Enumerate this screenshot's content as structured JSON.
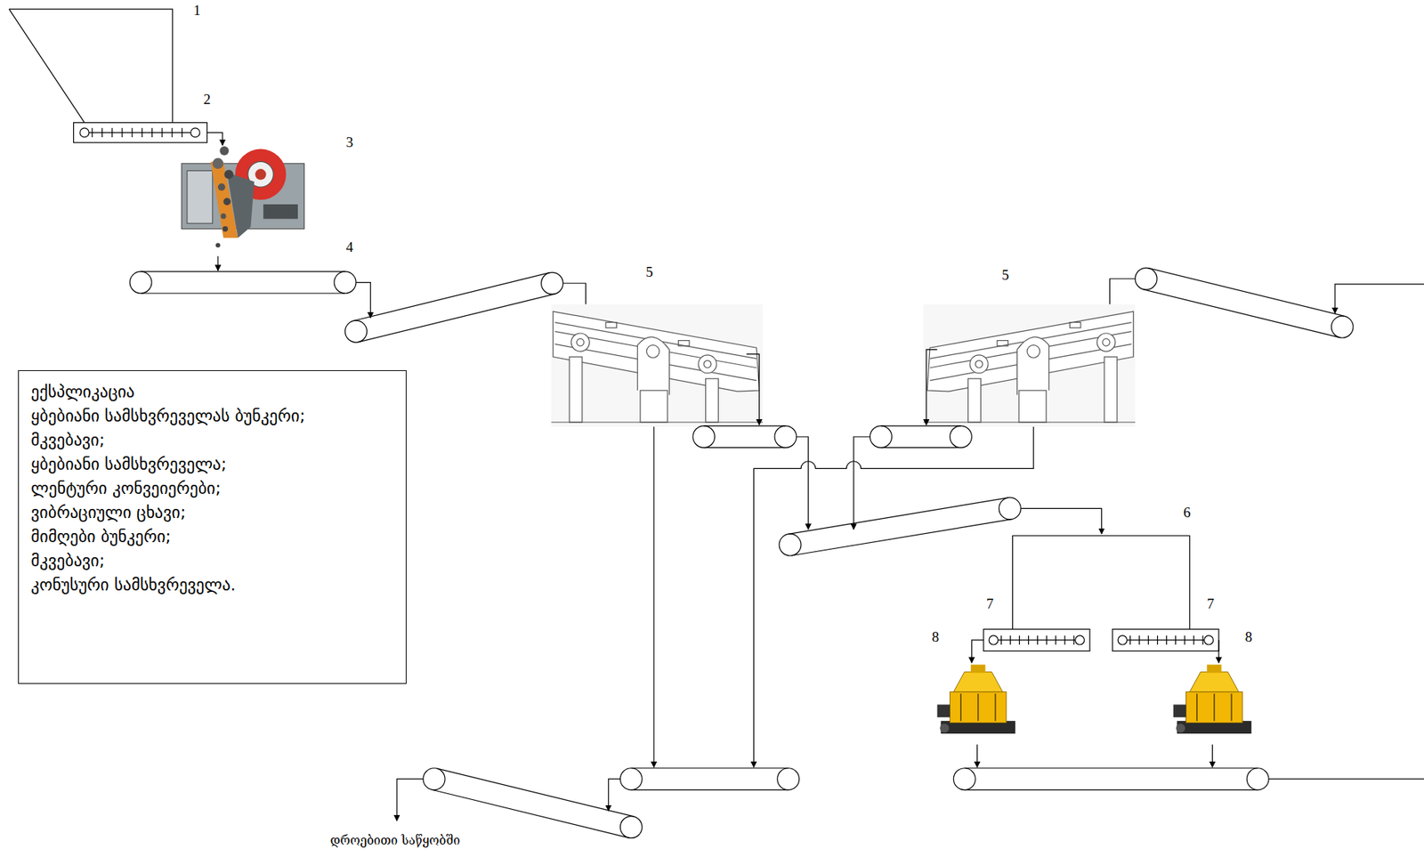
{
  "diagram": {
    "nodes": [
      {
        "text": [
          "ექსპლიკაცია",
          "ყბებიანი სამსხვრეველას ბუნკერი;",
          "მკვებავი;",
          "ყბებიანი სამსხვრეველა;",
          "ლენტური კონვეიერები;",
          "ვიბრაციული ცხავი;",
          "მიმღები ბუნკერი;",
          "მკვებავი;",
          "კონუსური სამსხვრეველა."
        ]
      }
    ],
    "labels": [
      "1",
      "2",
      "3",
      "4",
      "5",
      "5",
      "6",
      "7",
      "7",
      "8",
      "8",
      "დროებითი საწყობში"
    ]
  }
}
